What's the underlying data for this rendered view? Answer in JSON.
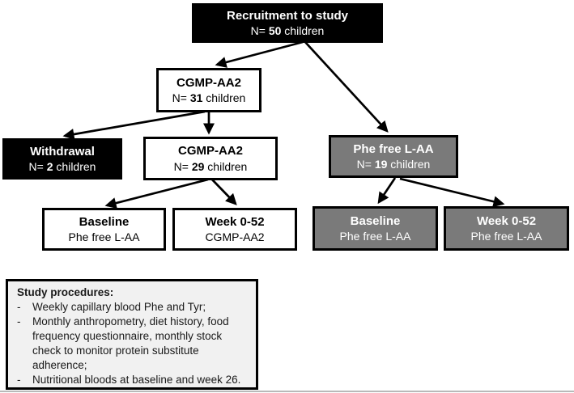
{
  "figure": {
    "type": "study-flowchart",
    "colors": {
      "black_box": "#000000",
      "gray_box": "#7a7a7a",
      "white_box": "#ffffff",
      "procedures_bg": "#f1f1f1",
      "arrow": "#000000",
      "bottom_rule": "#b9b9b9"
    }
  },
  "nodes": [
    {
      "id": "recruitment",
      "title": "Recruitment to study",
      "n_prefix": "N= ",
      "n_value": "50",
      "n_suffix": " children",
      "variant": "black"
    },
    {
      "id": "cgmp-aa2-31",
      "title": "CGMP-AA2",
      "n_prefix": "N= ",
      "n_value": "31",
      "n_suffix": " children",
      "variant": "white"
    },
    {
      "id": "withdrawal",
      "title": "Withdrawal",
      "n_prefix": "N= ",
      "n_value": "2",
      "n_suffix": " children",
      "variant": "black"
    },
    {
      "id": "cgmp-aa2-29",
      "title": "CGMP-AA2",
      "n_prefix": "N= ",
      "n_value": "29",
      "n_suffix": " children",
      "variant": "white"
    },
    {
      "id": "phe-free-laa",
      "title": "Phe free L-AA",
      "n_prefix": "N= ",
      "n_value": "19",
      "n_suffix": " children",
      "variant": "gray"
    },
    {
      "id": "baseline-cgmp",
      "title": "Baseline",
      "line2": "Phe free L-AA",
      "variant": "white"
    },
    {
      "id": "week052-cgmp",
      "title": "Week 0-52",
      "line2": "CGMP-AA2",
      "variant": "white"
    },
    {
      "id": "baseline-laa",
      "title": "Baseline",
      "line2": "Phe free L-AA",
      "variant": "gray"
    },
    {
      "id": "week052-laa",
      "title": "Week 0-52",
      "line2": "Phe free L-AA",
      "variant": "gray"
    }
  ],
  "procedures": {
    "title": "Study procedures:",
    "bullet": "-",
    "items": [
      "Weekly capillary blood Phe and Tyr;",
      "Monthly anthropometry, diet history, food frequency questionnaire, monthly stock check to monitor protein substitute adherence;",
      "Nutritional bloods at baseline and week 26."
    ]
  }
}
